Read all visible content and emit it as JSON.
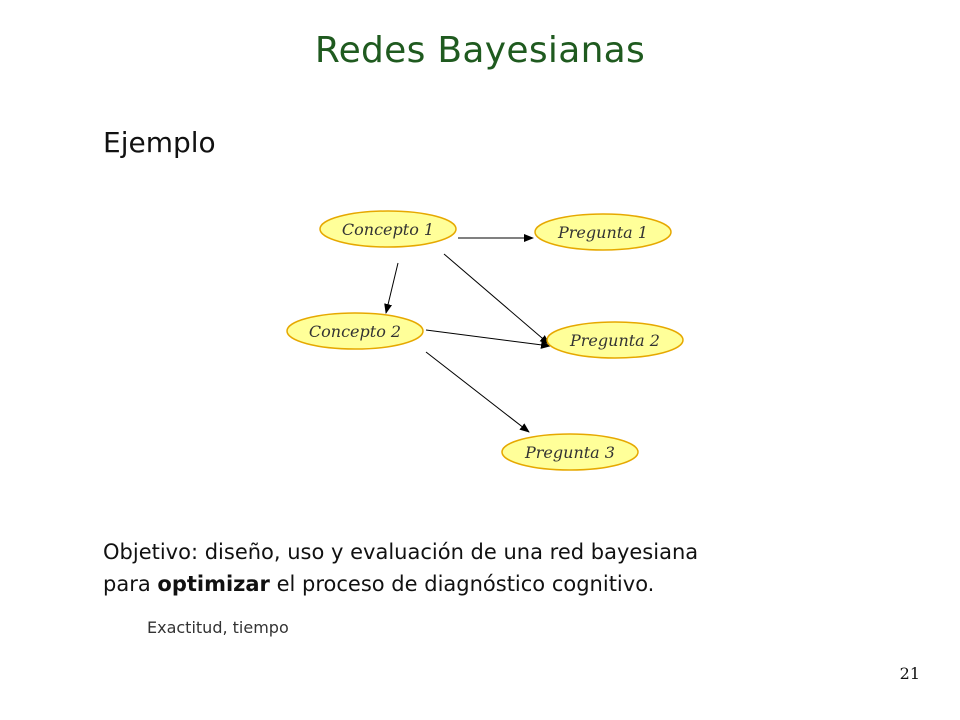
{
  "slide": {
    "title": "Redes Bayesianas",
    "subtitle": "Ejemplo",
    "objective_line1": "Objetivo: diseño, uso y evaluación de una red bayesiana",
    "objective_line2_pre": "para ",
    "objective_line2_bold": "optimizar",
    "objective_line2_post": " el proceso de diagnóstico cognitivo.",
    "note": "Exactitud, tiempo",
    "page_number": "21"
  },
  "diagram": {
    "nodes": [
      {
        "id": "concepto1",
        "label": "Concepto 1"
      },
      {
        "id": "pregunta1",
        "label": "Pregunta 1"
      },
      {
        "id": "concepto2",
        "label": "Concepto 2"
      },
      {
        "id": "pregunta2",
        "label": "Pregunta 2"
      },
      {
        "id": "pregunta3",
        "label": "Pregunta 3"
      }
    ],
    "edges": [
      {
        "from": "concepto1",
        "to": "pregunta1"
      },
      {
        "from": "concepto1",
        "to": "concepto2"
      },
      {
        "from": "concepto1",
        "to": "pregunta2"
      },
      {
        "from": "concepto2",
        "to": "pregunta2"
      },
      {
        "from": "concepto2",
        "to": "pregunta3"
      }
    ],
    "colors": {
      "node_fill": "#ffff99",
      "node_stroke": "#e6a800",
      "edge": "#000000",
      "title": "#1f5a1f"
    }
  }
}
